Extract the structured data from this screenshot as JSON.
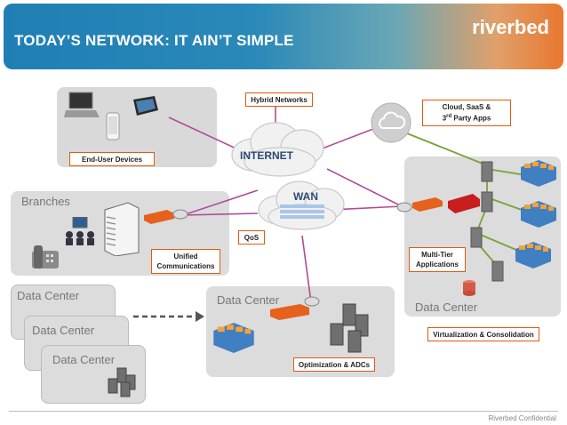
{
  "header": {
    "title": "TODAY’S NETWORK: IT AIN’T SIMPLE",
    "brand": "riverbed"
  },
  "clouds": {
    "internet": "INTERNET",
    "wan": "WAN"
  },
  "callouts": {
    "hybrid_networks": "Hybrid Networks",
    "cloud_saas_line1": "Cloud, SaaS &",
    "cloud_saas_line2_pre": "3",
    "cloud_saas_line2_sup": "rd",
    "cloud_saas_line2_post": " Party Apps",
    "end_user_devices": "End-User Devices",
    "qos": "QoS",
    "unified_line1": "Unified",
    "unified_line2": "Communications",
    "multi_tier_line1": "Multi-Tier",
    "multi_tier_line2": "Applications",
    "optimization": "Optimization & ADCs",
    "virtualization": "Virtualization & Consolidation"
  },
  "panels": {
    "branches": "Branches",
    "data_center_1": "Data Center",
    "data_center_2": "Data Center",
    "data_center_3": "Data Center",
    "data_center_main": "Data Center",
    "data_center_right": "Data Center"
  },
  "footer": "Riverbed Confidential",
  "colors": {
    "link_magenta": "#b04a9a",
    "link_green": "#7aa23a",
    "callout_border": "#e05a10",
    "appliance_orange": "#e5611c"
  }
}
